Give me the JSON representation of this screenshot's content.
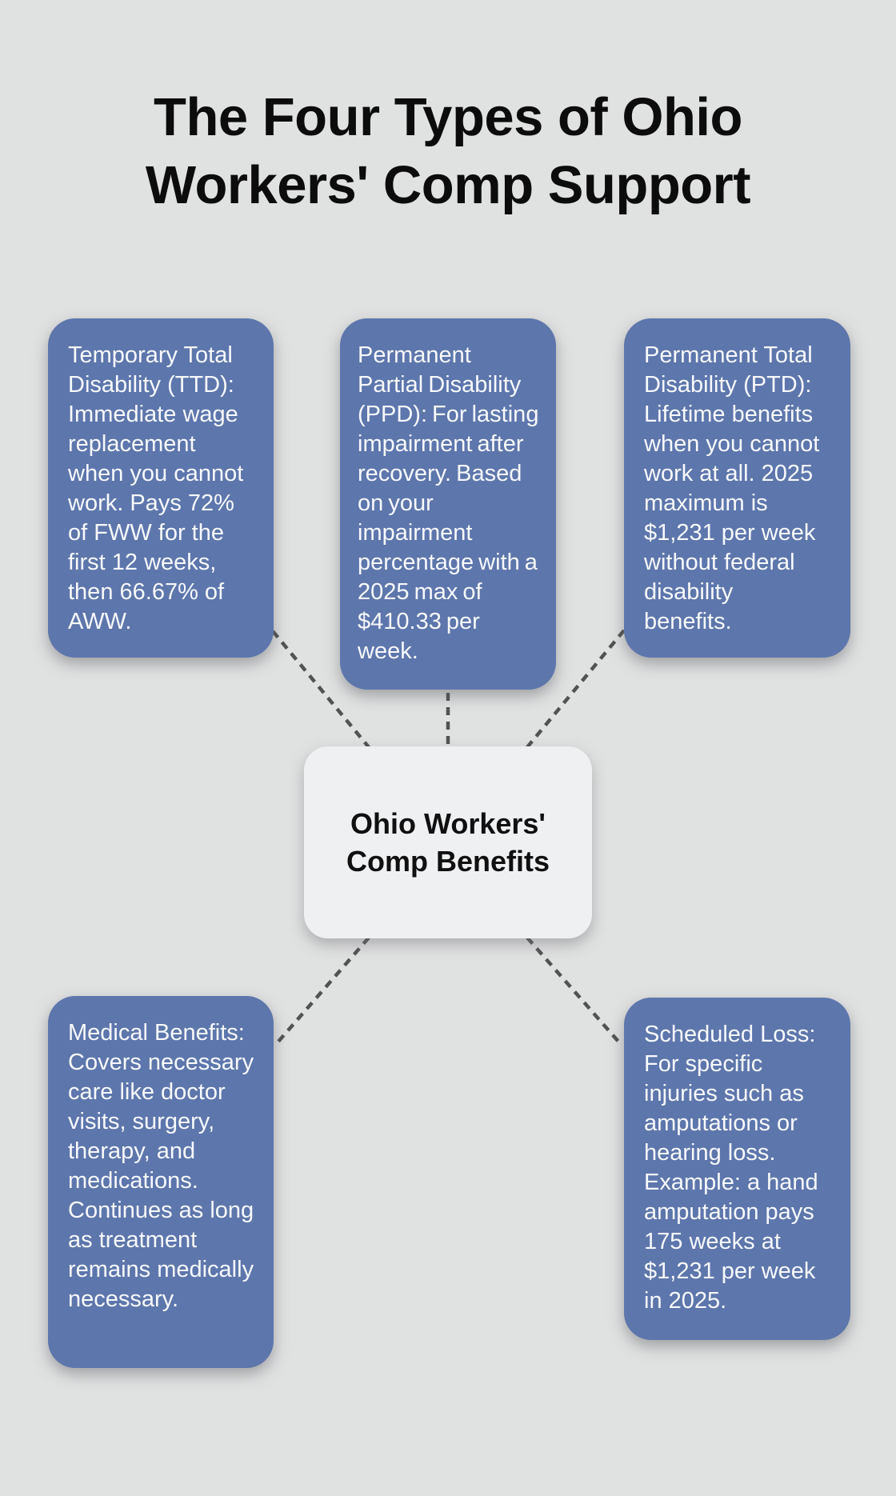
{
  "title": {
    "lines": [
      "The Four Types of Ohio",
      "Workers' Comp Support"
    ]
  },
  "center_node": {
    "label": "Ohio Workers' Comp Benefits"
  },
  "cards": [
    {
      "id": "temporary-total-disability",
      "text": "Temporary Total Disability (TTD): Immediate wage replacement when you cannot work. Pays 72% of FWW for the first 12 weeks, then 66.67% of AWW."
    },
    {
      "id": "permanent-partial-disability",
      "text": "Permanent Partial Disability (PPD): For lasting impairment after recovery. Based on your impairment percentage with a 2025 max of $410.33 per week."
    },
    {
      "id": "permanent-total-disability",
      "text": "Permanent Total Disability (PTD): Lifetime benefits when you cannot work at all. 2025 maximum is $1,231 per week without federal disability benefits."
    },
    {
      "id": "medical-benefits",
      "text": "Medical Benefits: Covers necessary care like doctor visits, surgery, therapy, and medications. Continues as long as treatment remains medically necessary."
    },
    {
      "id": "scheduled-loss",
      "text": "Scheduled Loss: For specific injuries such as amputations or hearing loss. Example: a hand amputation pays 175 weeks at $1,231 per week in 2025."
    }
  ],
  "colors": {
    "background": "#e0e1e1",
    "card_blue": "#5d76ac",
    "card_text": "#f7f9fb",
    "center_bg": "#eff0f2",
    "center_text": "#101010",
    "connector_gray": "#525252",
    "title_black": "#0c0c0c"
  }
}
